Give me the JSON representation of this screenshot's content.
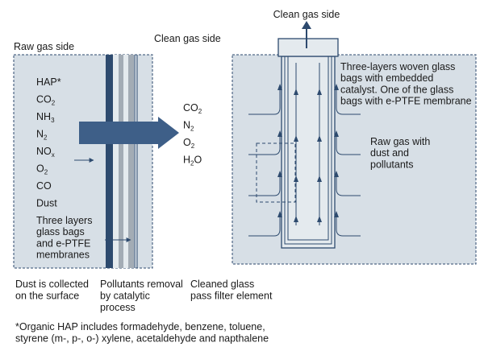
{
  "left": {
    "raw_gas_side": "Raw gas side",
    "clean_gas_side": "Clean gas side",
    "pollutants_in": [
      {
        "base": "HAP*",
        "sub": ""
      },
      {
        "base": "CO",
        "sub": "2"
      },
      {
        "base": "NH",
        "sub": "3"
      },
      {
        "base": "N",
        "sub": "2"
      },
      {
        "base": "NO",
        "sub": "x"
      },
      {
        "base": "O",
        "sub": "2"
      },
      {
        "base": "CO",
        "sub": ""
      },
      {
        "base": "Dust",
        "sub": ""
      }
    ],
    "layers_label": [
      "Three layers",
      "glass bags",
      "and e-PTFE",
      "membranes"
    ],
    "outputs": [
      {
        "base": "CO",
        "sub": "2"
      },
      {
        "base": "N",
        "sub": "2"
      },
      {
        "base": "O",
        "sub": "2"
      },
      {
        "base": "H",
        "sub": "2",
        "tail": "O"
      }
    ]
  },
  "captions": {
    "dust": [
      "Dust is collected",
      "on the surface"
    ],
    "pollutants": [
      "Pollutants removal",
      "by catalytic",
      "process"
    ],
    "cleaned": [
      "Cleaned glass",
      "pass filter element"
    ]
  },
  "right": {
    "clean_gas_side": "Clean gas side",
    "bags_label": [
      "Three-layers woven glass",
      "bags with embedded",
      "catalyst. One of the glass",
      "bags with e-PTFE membrane"
    ],
    "raw_gas_label": [
      "Raw gas with",
      "dust and",
      "pollutants"
    ]
  },
  "footnote": [
    "*Organic HAP includes formadehyde, benzene, toluene,",
    "styrene (m-, p-, o-) xylene, acetaldehyde and napthalene"
  ],
  "colors": {
    "panel": "#d7dfe6",
    "navy": "#2d4a6e",
    "arrow": "#3e5f88",
    "gray_layer": "#a3acb5",
    "light_layer": "#e4eaee"
  }
}
